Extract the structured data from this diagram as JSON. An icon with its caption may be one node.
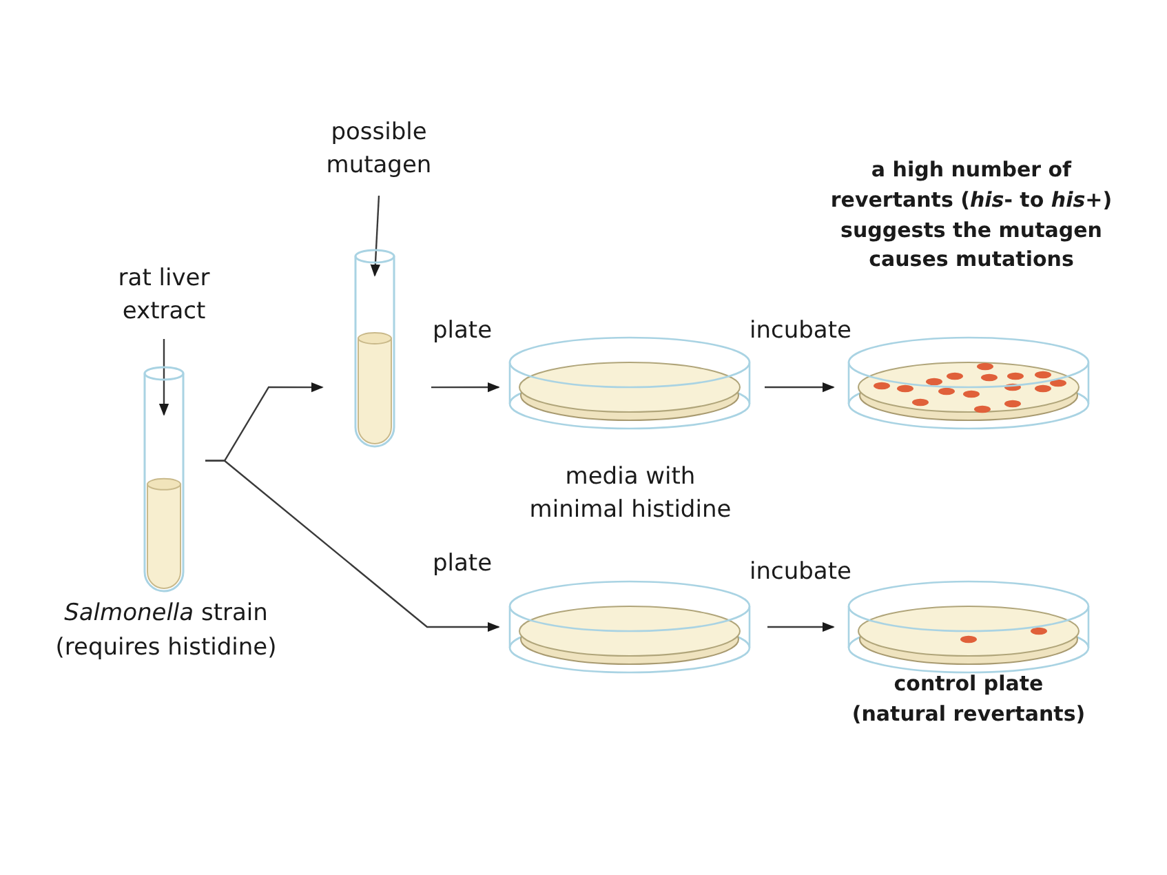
{
  "diagram": {
    "nodes": [
      {
        "text": [
          "rat liver extract"
        ]
      },
      {
        "text": [],
        "shape": "tube",
        "beside": [
          "*Salmonella* strain (requires histidine)"
        ]
      },
      {
        "text": [
          "possible mutagen"
        ]
      },
      {
        "text": [],
        "shape": "tube"
      },
      {
        "text": [],
        "shape": "dish"
      },
      {
        "text": [],
        "shape": "dish"
      },
      {
        "text": [],
        "shape": "dish"
      },
      {
        "text": [],
        "shape": "dish",
        "beside": [
          "control plate (natural revertants)"
        ]
      }
    ],
    "edges": [
      {
        "from": 0,
        "to": 1,
        "arrow": "to"
      },
      {
        "from": 2,
        "to": 3,
        "arrow": "to"
      },
      {
        "from": 1,
        "to": 3,
        "arrow": "to"
      },
      {
        "from": 1,
        "to": 6,
        "arrow": "to",
        "label": "plate"
      },
      {
        "from": 3,
        "to": 4,
        "arrow": "to",
        "label": "plate"
      },
      {
        "from": 4,
        "to": 5,
        "arrow": "to",
        "label": "incubate"
      },
      {
        "from": 6,
        "to": 7,
        "arrow": "to",
        "label": "incubate"
      }
    ],
    "labels": [
      "a high number of revertants (*his*- to *his*+) suggests the mutagen causes mutations",
      "media with minimal histidine"
    ]
  }
}
